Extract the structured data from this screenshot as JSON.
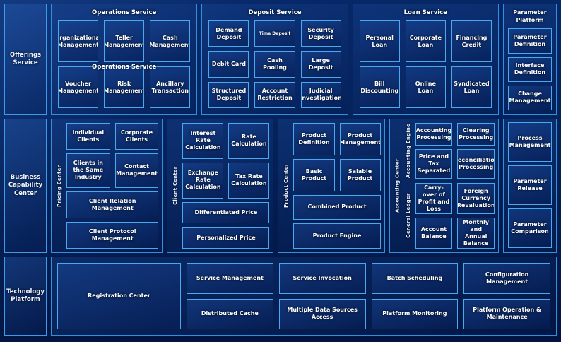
{
  "layers": {
    "offerings": {
      "rail_label": "Offerings Service"
    },
    "business": {
      "rail_label": "Business Capability Center"
    },
    "technology": {
      "rail_label": "Technology Platform"
    }
  },
  "offerings_groups": [
    {
      "title": "Operations Service",
      "ghost_title": "Operations Service",
      "cells": [
        "Organizational Management",
        "Teller Management",
        "Cash Management",
        "Voucher Management",
        "Risk Management",
        "Ancillary Transaction"
      ]
    },
    {
      "title": "Deposit Service",
      "cells": [
        "Demand Deposit",
        "Time Deposit",
        "Security Deposit",
        "Debit Card",
        "Cash Pooling",
        "Large Deposit",
        "Structured Deposit",
        "Account Restriction",
        "Judicial Investigation"
      ]
    },
    {
      "title": "Loan Service",
      "cells": [
        "Personal Loan",
        "Corporate Loan",
        "Financing Credit",
        "Bill Discounting",
        "Online Loan",
        "Syndicated Loan"
      ]
    }
  ],
  "parameter_platform": {
    "title": "Parameter Platform",
    "items": [
      "Parameter Definition",
      "Interface Definition",
      "Change Management",
      "Process Management",
      "Parameter Release",
      "Parameter Comparison"
    ]
  },
  "business_panels": [
    {
      "vlabel": "Pricing Center",
      "cells": [
        "Individual Clients",
        "Corporate Clients",
        "Clients in the Same Industry",
        "Contact Management",
        "Client Relation Management",
        "Client Protocol Management"
      ]
    },
    {
      "vlabel": "Client Center",
      "cells": [
        "Interest Rate Calculation",
        "Rate Calculation",
        "Exchange Rate Calculation",
        "Tax Rate Calculation",
        "Differentiated Price",
        "Personalized Price"
      ]
    },
    {
      "vlabel": "Product Center",
      "cells": [
        "Product Definition",
        "Product Management",
        "Basic Product",
        "Salable Product",
        "Combined Product",
        "Product Engine"
      ]
    }
  ],
  "accounting": {
    "vlabel_outer": "Accounting Center",
    "sub_blocks": [
      {
        "vlabel": "Accounting Engine",
        "cells": [
          "Accounting Processing",
          "Clearing Processing",
          "Price and Tax Separated",
          "Reconciliation Processing"
        ]
      },
      {
        "vlabel": "General Ledger",
        "cells": [
          "Carry-over of Profit and Loss",
          "Foreign Currency Revaluation",
          "Account Balance",
          "Monthly and Annual Balance"
        ]
      }
    ]
  },
  "technology": {
    "registration": "Registration Center",
    "cells": [
      "Service Management",
      "Service Invocation",
      "Batch Scheduling",
      "Configuration Management",
      "Distributed Cache",
      "Multiple Data Sources Access",
      "Platform Monitoring",
      "Platform Operation & Maintenance"
    ]
  },
  "colors": {
    "background": "#041d56",
    "panel_border": "#2f8fe0",
    "cell_border": "#4aa8ef",
    "rail_border": "#3d9be9",
    "text": "#ffffff"
  }
}
